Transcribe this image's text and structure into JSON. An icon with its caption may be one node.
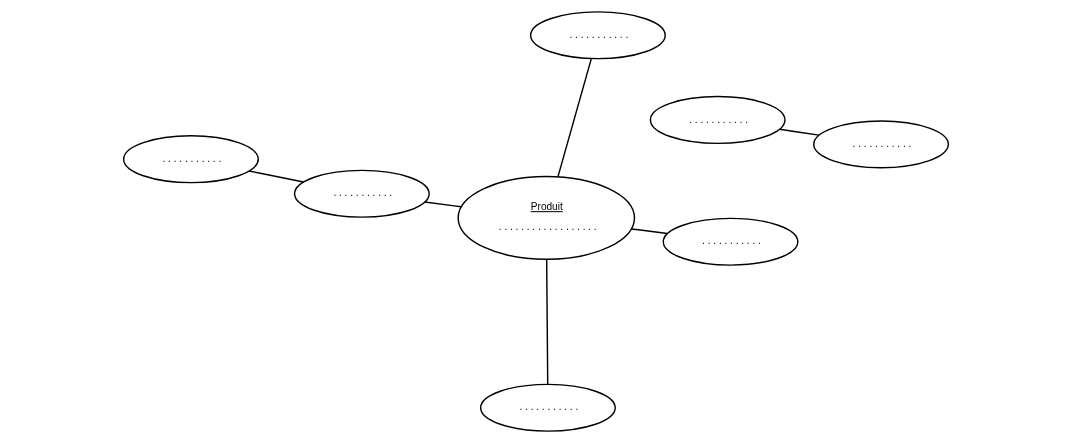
{
  "diagram": {
    "nodes": [
      {
        "text": [
          ". . . . . . . . . . ."
        ]
      },
      {
        "text": [
          ". . . . . . . . . . ."
        ]
      },
      {
        "text": [
          ". . . . . . . . . . ."
        ]
      },
      {
        "text": [
          "Produit",
          ". . . . . . . . . . . . . . . . . ."
        ]
      },
      {
        "text": [
          ". . . . . . . . . . ."
        ]
      },
      {
        "text": [
          ". . . . . . . . . . ."
        ]
      },
      {
        "text": [
          ". . . . . . . . . . ."
        ]
      },
      {
        "text": [
          ". . . . . . . . . . ."
        ]
      }
    ],
    "edges": [
      {
        "from": 1,
        "to": 0,
        "arrow": "none"
      },
      {
        "from": 2,
        "to": 5,
        "arrow": "none"
      },
      {
        "from": 2,
        "to": 3,
        "arrow": "none"
      },
      {
        "from": 4,
        "to": 3,
        "arrow": "none"
      },
      {
        "from": 6,
        "to": 3,
        "arrow": "none"
      },
      {
        "from": 7,
        "to": 3,
        "arrow": "none"
      }
    ]
  }
}
